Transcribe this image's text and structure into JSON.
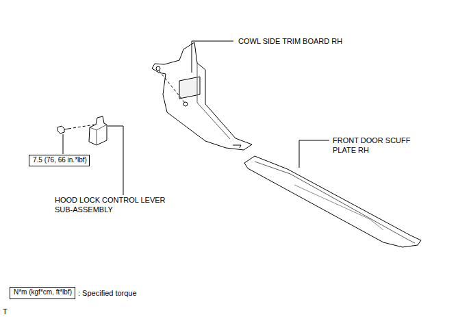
{
  "diagram": {
    "nodes": [
      {
        "text": [
          "7.5 (76, 66 in.*lbf)"
        ]
      },
      {
        "text": [
          "N*m (kgf*cm, ft*lbf)"
        ]
      }
    ],
    "labels": [
      "COWL SIDE TRIM BOARD RH",
      "FRONT DOOR SCUFF PLATE RH",
      "HOOD LOCK CONTROL LEVER SUB-ASSEMBLY",
      "T"
    ],
    "legend": [
      {
        "text": ": Specified torque"
      }
    ]
  }
}
